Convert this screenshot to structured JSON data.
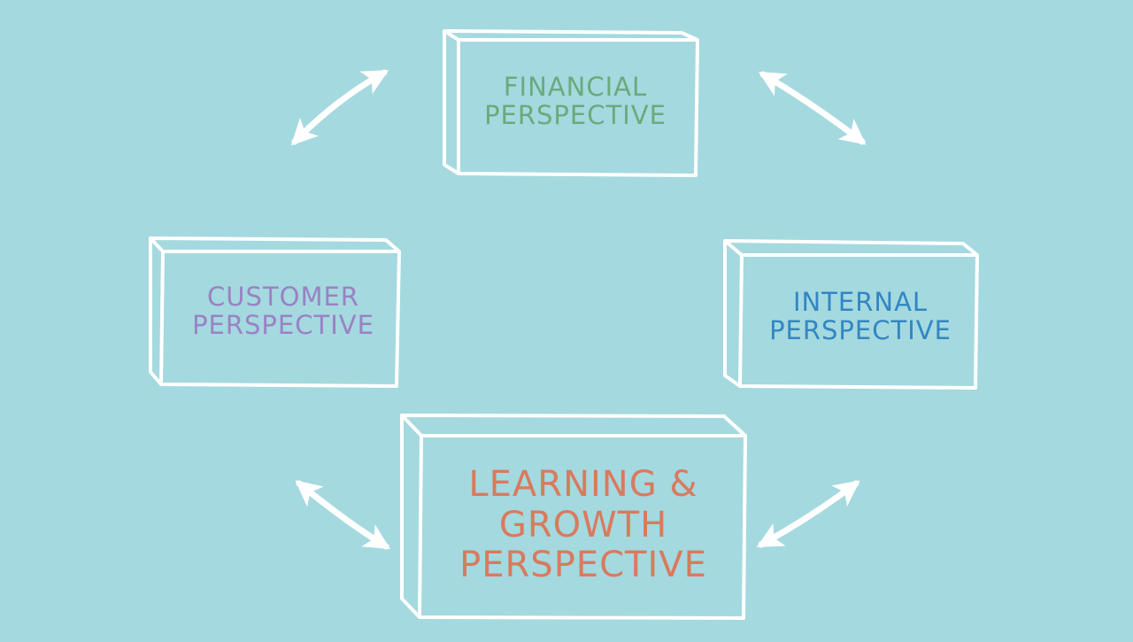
{
  "colors": {
    "background": "#a4d9df",
    "outline": "#ffffff",
    "financial": "#6aaa7d",
    "customer": "#9a82c3",
    "internal": "#3386c3",
    "learning": "#d97a5d"
  },
  "boxes": {
    "financial": {
      "line1": "FINANCIAL",
      "line2": "PERSPECTIVE"
    },
    "customer": {
      "line1": "CUSTOMER",
      "line2": "PERSPECTIVE"
    },
    "internal": {
      "line1": "INTERNAL",
      "line2": "PERSPECTIVE"
    },
    "learning": {
      "line1": "LEARNING &",
      "line2": "GROWTH",
      "line3": "PERSPECTIVE"
    }
  },
  "arrows": [
    {
      "from": "customer",
      "to": "financial"
    },
    {
      "from": "financial",
      "to": "internal"
    },
    {
      "from": "internal",
      "to": "learning"
    },
    {
      "from": "learning",
      "to": "customer"
    }
  ]
}
